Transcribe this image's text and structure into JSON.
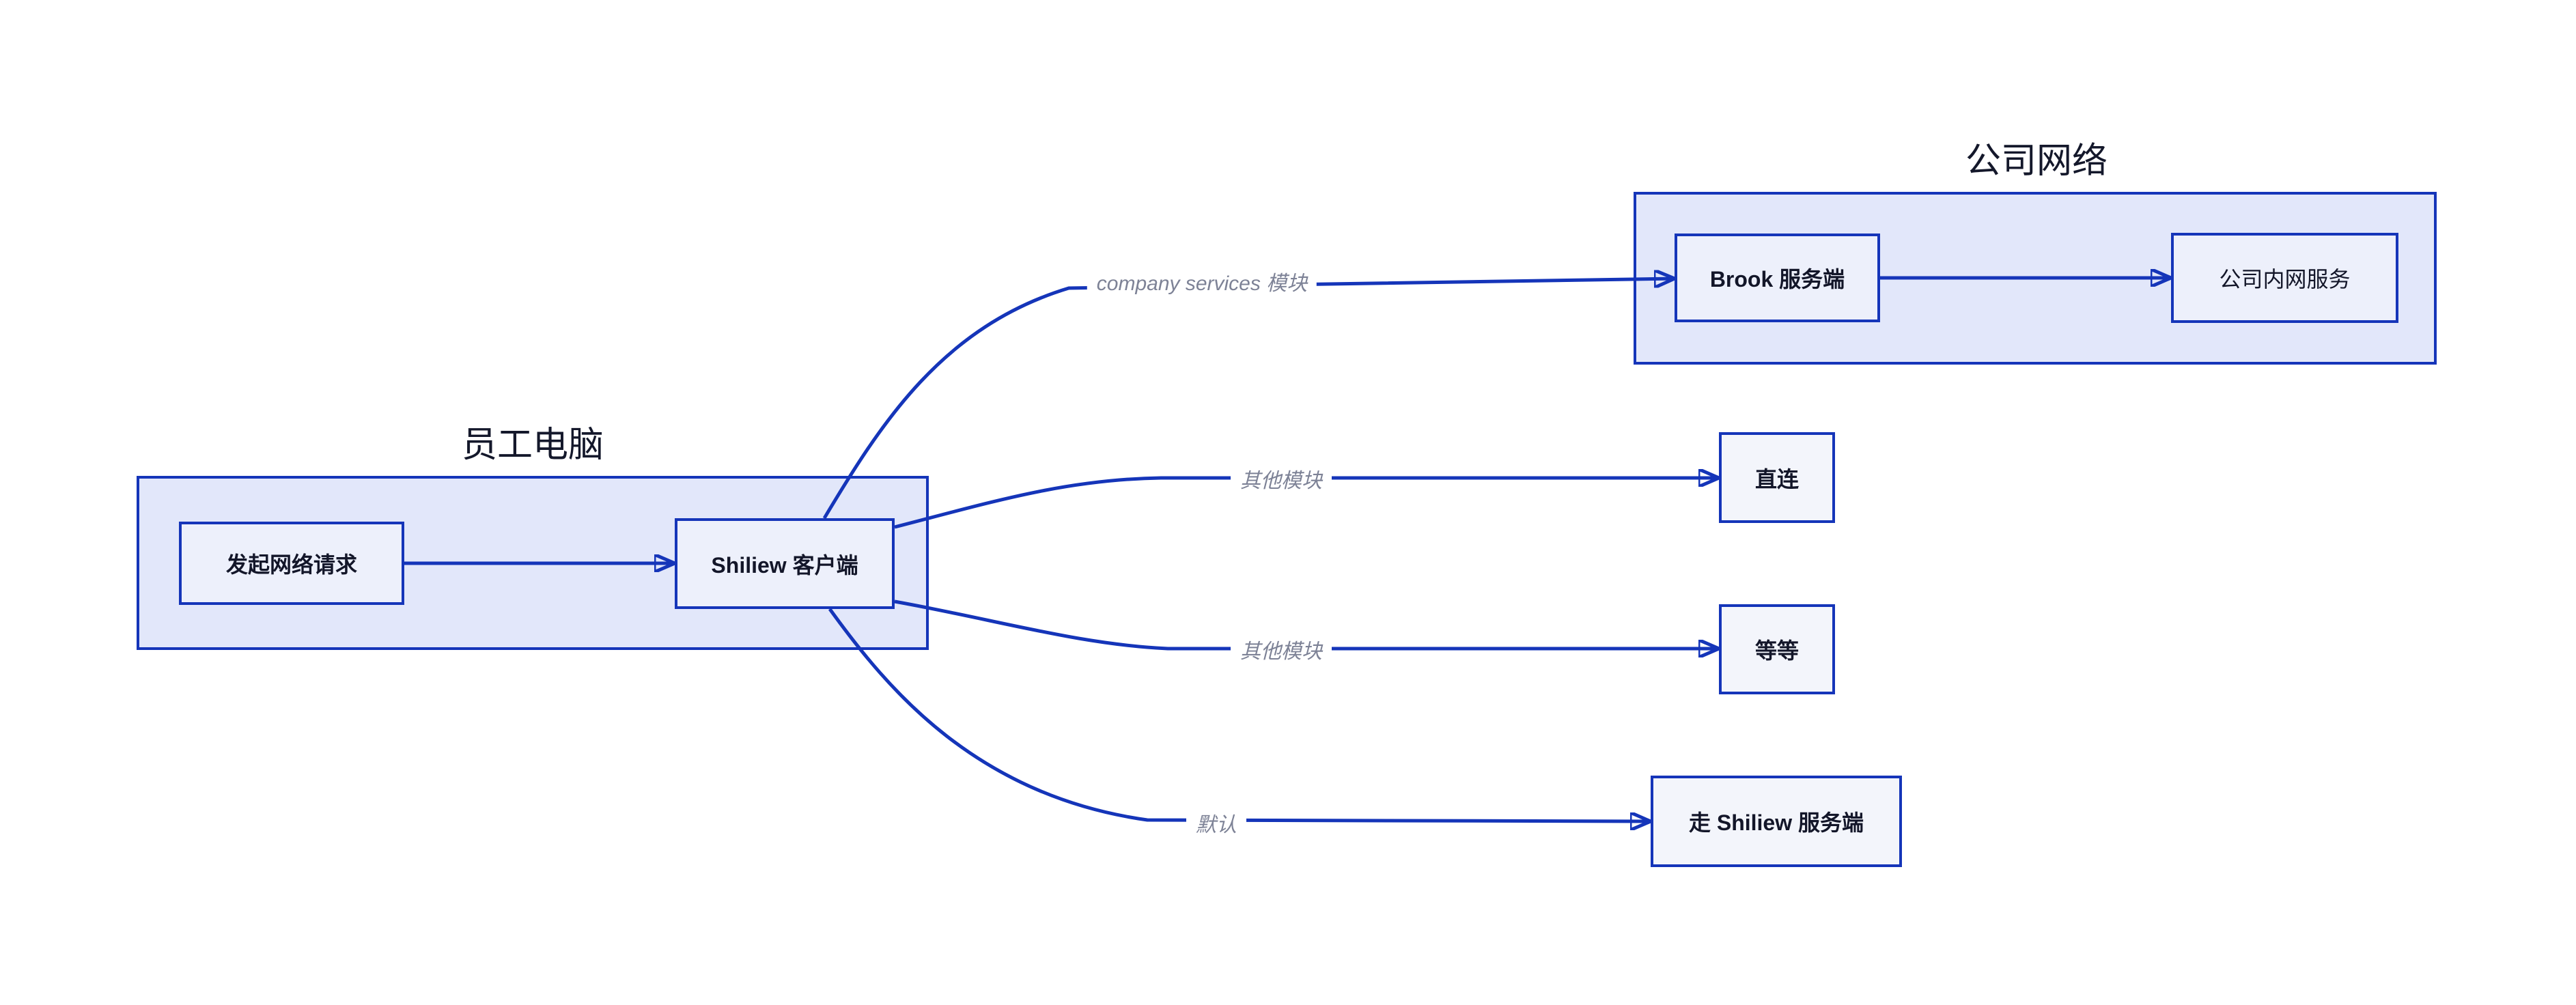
{
  "clusters": {
    "employee_computer": {
      "title": "员工电脑"
    },
    "company_network": {
      "title": "公司网络"
    }
  },
  "nodes": {
    "initiate_request": {
      "label": "发起网络请求"
    },
    "shiliew_client": {
      "label": "Shiliew 客户端"
    },
    "brook_server": {
      "label": "Brook 服务端"
    },
    "intranet_service": {
      "label": "公司内网服务"
    },
    "direct_connect": {
      "label": "直连"
    },
    "etc": {
      "label": "等等"
    },
    "via_shiliew_server": {
      "label": "走 Shiliew 服务端"
    }
  },
  "edge_labels": {
    "company_services": "company services 模块",
    "other_modules_1": "其他模块",
    "other_modules_2": "其他模块",
    "default_route": "默认"
  },
  "colors": {
    "diagram_blue": "#1535b9",
    "cluster_fill": "#e2e7fa",
    "node_fill": "#edf0fb",
    "standalone_node_fill": "#f3f5fb",
    "node_text": "#131629",
    "cluster_title_text": "#14182b",
    "edge_label_text": "#7d8296"
  }
}
